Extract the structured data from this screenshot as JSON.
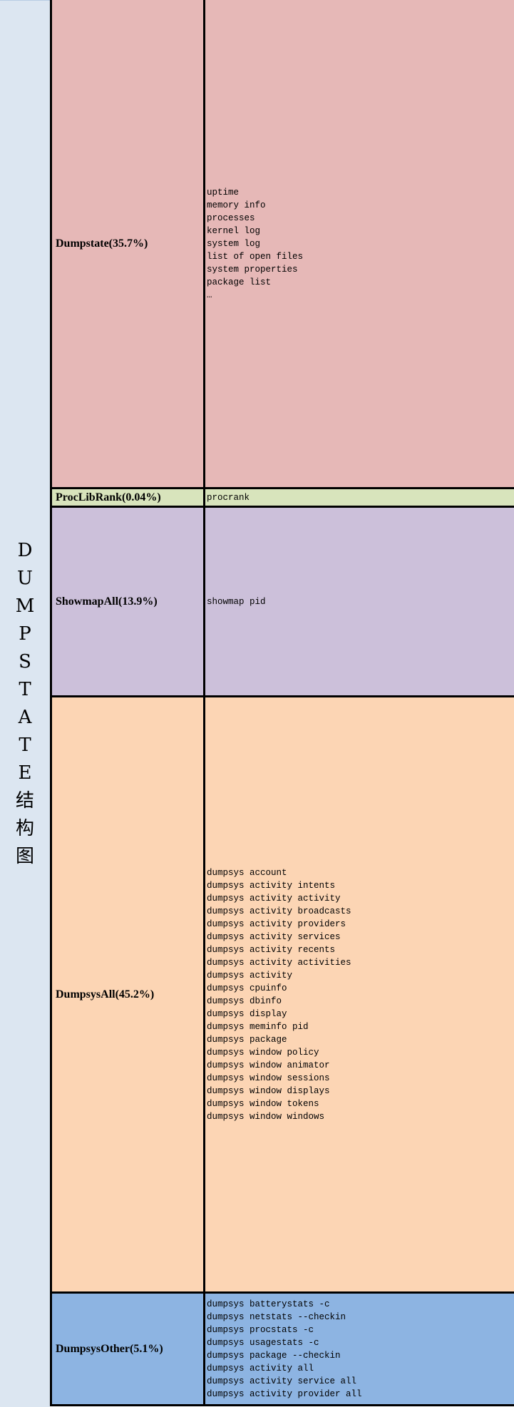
{
  "title": "DUMPSTATE结构图",
  "colors": {
    "side": "#DCE6F1",
    "dumpstate": "#E6B8B7",
    "proclibrank": "#D8E4BC",
    "showmapall": "#CCC0DA",
    "dumpsysall": "#FCD5B4",
    "dumpsysother": "#8DB4E2"
  },
  "sections": [
    {
      "label": "Dumpstate(35.7%)",
      "items": [
        "uptime",
        "memory info",
        "processes",
        "kernel log",
        "system log",
        "list of open files",
        "system properties",
        "package list",
        "…"
      ]
    },
    {
      "label": "ProcLibRank(0.04%)",
      "items": [
        "procrank"
      ]
    },
    {
      "label": "ShowmapAll(13.9%)",
      "items": [
        "showmap pid"
      ]
    },
    {
      "label": "DumpsysAll(45.2%)",
      "items": [
        "dumpsys account",
        "dumpsys activity intents",
        "dumpsys activity activity",
        "dumpsys activity broadcasts",
        "dumpsys activity providers",
        "dumpsys activity services",
        "dumpsys activity recents",
        "dumpsys activity activities",
        "dumpsys activity",
        "dumpsys cpuinfo",
        "dumpsys dbinfo",
        "dumpsys display",
        "dumpsys meminfo pid",
        "dumpsys package",
        "dumpsys window policy",
        "dumpsys window animator",
        "dumpsys window sessions",
        "dumpsys window displays",
        "dumpsys window tokens",
        "dumpsys window windows"
      ]
    },
    {
      "label": "DumpsysOther(5.1%)",
      "items": [
        "dumpsys batterystats -c",
        "dumpsys netstats --checkin",
        "dumpsys procstats -c",
        "dumpsys usagestats -c",
        "dumpsys package --checkin",
        "dumpsys activity all",
        "dumpsys activity service all",
        "dumpsys activity provider all"
      ]
    }
  ]
}
